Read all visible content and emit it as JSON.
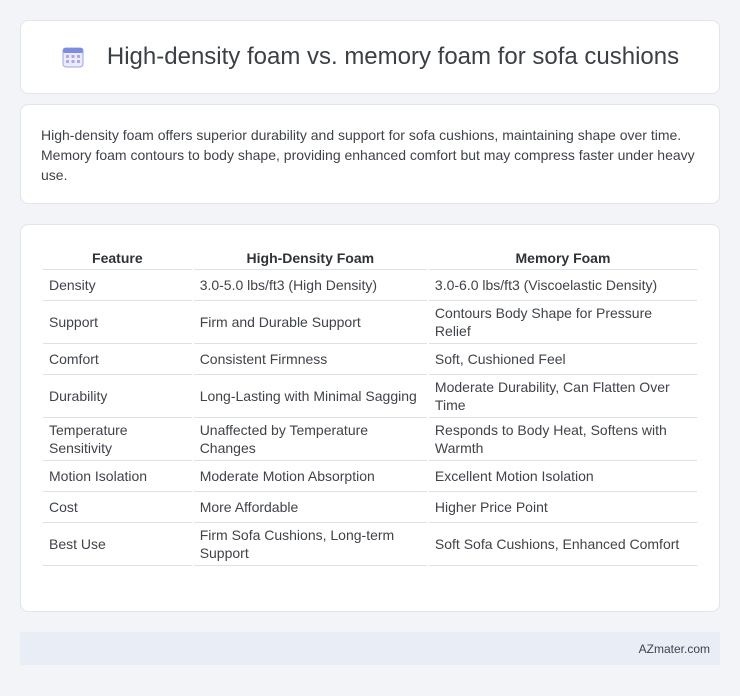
{
  "page": {
    "title": "High-density foam vs. memory foam for sofa cushions",
    "title_icon": "calendar-icon",
    "accent_color": "#6b7cd6"
  },
  "summary": {
    "text": "High-density foam offers superior durability and support for sofa cushions, maintaining shape over time. Memory foam contours to body shape, providing enhanced comfort but may compress faster under heavy use."
  },
  "table": {
    "headers": [
      "Feature",
      "High-Density Foam",
      "Memory Foam"
    ],
    "rows": [
      [
        "Density",
        "3.0-5.0 lbs/ft3 (High Density)",
        "3.0-6.0 lbs/ft3 (Viscoelastic Density)"
      ],
      [
        "Support",
        "Firm and Durable Support",
        "Contours Body Shape for Pressure Relief"
      ],
      [
        "Comfort",
        "Consistent Firmness",
        "Soft, Cushioned Feel"
      ],
      [
        "Durability",
        "Long-Lasting with Minimal Sagging",
        "Moderate Durability, Can Flatten Over Time"
      ],
      [
        "Temperature Sensitivity",
        "Unaffected by Temperature Changes",
        "Responds to Body Heat, Softens with Warmth"
      ],
      [
        "Motion Isolation",
        "Moderate Motion Absorption",
        "Excellent Motion Isolation"
      ],
      [
        "Cost",
        "More Affordable",
        "Higher Price Point"
      ],
      [
        "Best Use",
        "Firm Sofa Cushions, Long-term Support",
        "Soft Sofa Cushions, Enhanced Comfort"
      ]
    ]
  },
  "footer": {
    "brand": "AZmater.com"
  }
}
